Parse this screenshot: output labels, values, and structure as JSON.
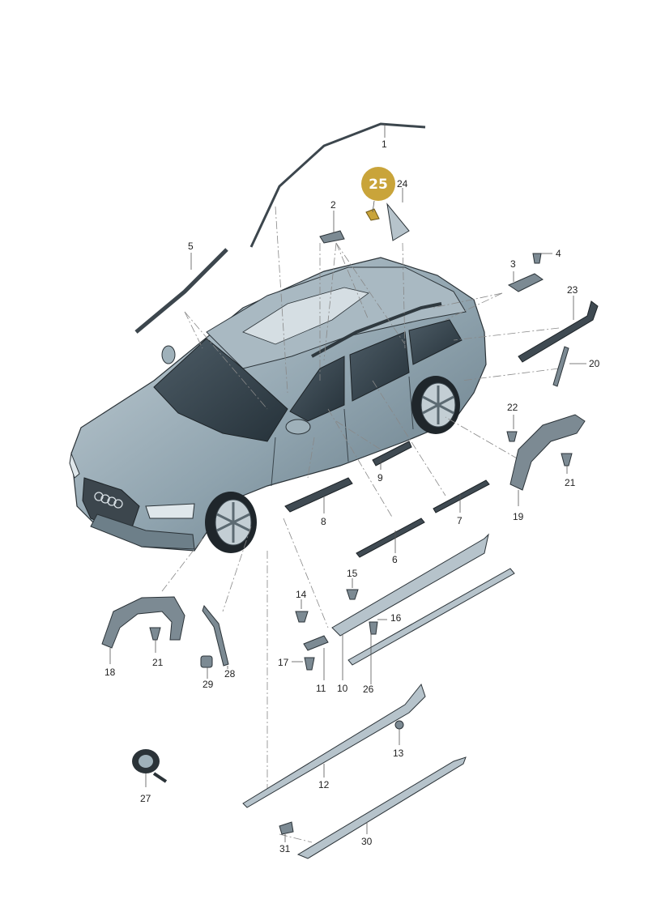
{
  "diagram": {
    "highlight_color": "#c9a43a",
    "highlighted_part": "25",
    "car_body_color": "#8fa3ae",
    "callouts": [
      {
        "id": "c1",
        "label": "1"
      },
      {
        "id": "c2",
        "label": "2"
      },
      {
        "id": "c3",
        "label": "3"
      },
      {
        "id": "c4",
        "label": "4"
      },
      {
        "id": "c5",
        "label": "5"
      },
      {
        "id": "c6",
        "label": "6"
      },
      {
        "id": "c7",
        "label": "7"
      },
      {
        "id": "c8",
        "label": "8"
      },
      {
        "id": "c9",
        "label": "9"
      },
      {
        "id": "c10",
        "label": "10"
      },
      {
        "id": "c11",
        "label": "11"
      },
      {
        "id": "c12",
        "label": "12"
      },
      {
        "id": "c13",
        "label": "13"
      },
      {
        "id": "c14",
        "label": "14"
      },
      {
        "id": "c15",
        "label": "15"
      },
      {
        "id": "c16",
        "label": "16"
      },
      {
        "id": "c17",
        "label": "17"
      },
      {
        "id": "c18",
        "label": "18"
      },
      {
        "id": "c19",
        "label": "19"
      },
      {
        "id": "c20",
        "label": "20"
      },
      {
        "id": "c21a",
        "label": "21"
      },
      {
        "id": "c21b",
        "label": "21"
      },
      {
        "id": "c22",
        "label": "22"
      },
      {
        "id": "c23",
        "label": "23"
      },
      {
        "id": "c24",
        "label": "24"
      },
      {
        "id": "c26",
        "label": "26"
      },
      {
        "id": "c27",
        "label": "27"
      },
      {
        "id": "c28",
        "label": "28"
      },
      {
        "id": "c29",
        "label": "29"
      },
      {
        "id": "c30",
        "label": "30"
      },
      {
        "id": "c31",
        "label": "31"
      }
    ]
  }
}
